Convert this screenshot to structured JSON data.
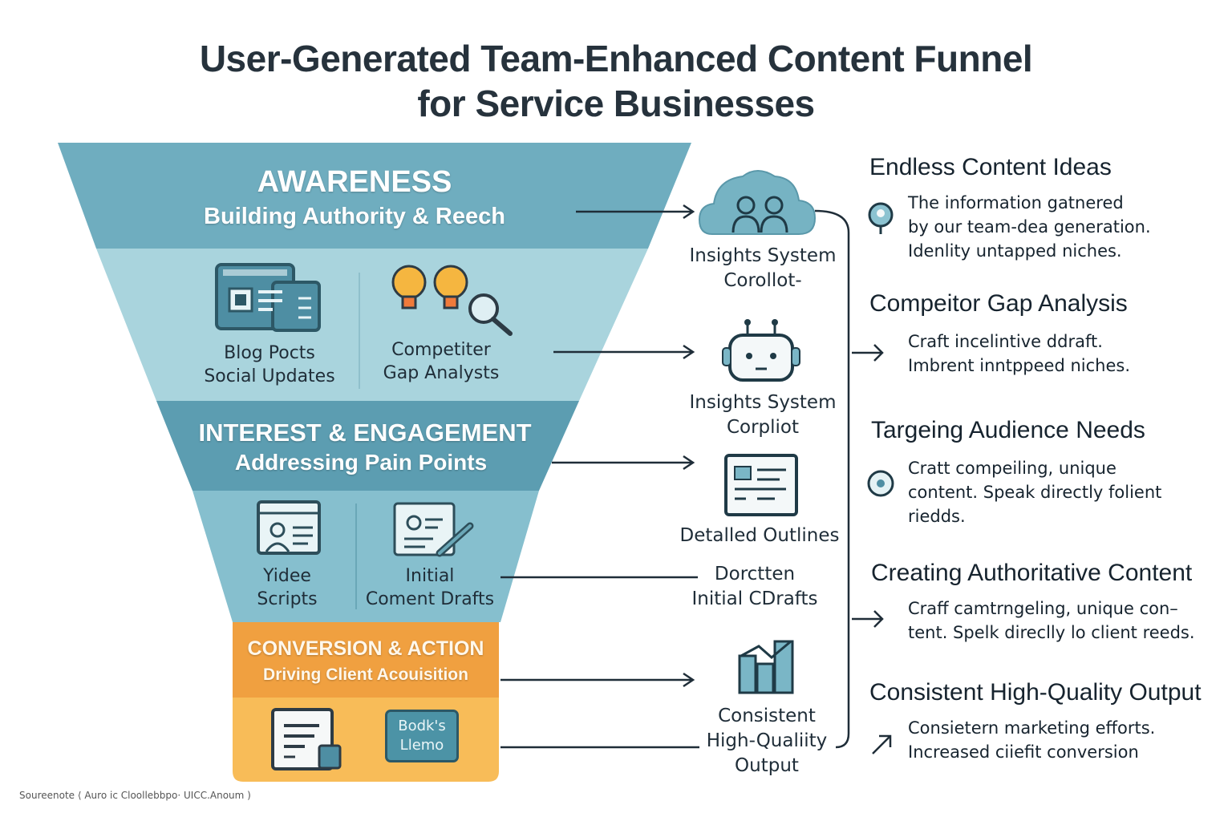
{
  "title": {
    "line1": "User-Generated Team-Enhanced Content Funnel",
    "line2": "for Service Businesses"
  },
  "funnel": {
    "awareness": {
      "title": "AWARENESS",
      "subtitle": "Building Authority & Reech",
      "items": [
        {
          "line1": "Blog Pocts",
          "line2": "Social Updates",
          "icon": "web-page-icon"
        },
        {
          "line1": "Competiter",
          "line2": "Gap Analysts",
          "icon": "lightbulb-search-icon"
        }
      ]
    },
    "interest": {
      "title": "INTEREST & ENGAGEMENT",
      "subtitle": "Addressing Pain Points",
      "items": [
        {
          "line1": "Yidee",
          "line2": "Scripts",
          "icon": "profile-card-icon"
        },
        {
          "line1": "Initial",
          "line2": "Coment Drafts",
          "icon": "draft-pen-icon"
        }
      ]
    },
    "conversion": {
      "title": "CONVERSION & ACTION",
      "subtitle": "Driving Client Acouisition",
      "items": [
        {
          "icon": "document-icon"
        },
        {
          "line1": "Bodk's",
          "line2": "Llemo"
        }
      ]
    }
  },
  "middle": [
    {
      "line1": "Insights System",
      "line2": "Corollot-",
      "icon": "team-cloud-icon"
    },
    {
      "line1": "Insights System",
      "line2": "Corpliot",
      "icon": "robot-icon"
    },
    {
      "line1": "Detalled Outlines",
      "icon": "outline-document-icon"
    },
    {
      "line1": "Dorctten",
      "line2": "Initial CDrafts"
    },
    {
      "line1": "Consistent",
      "line2": "High-Qualiity",
      "line3": "Output",
      "icon": "bar-chart-icon"
    }
  ],
  "right": [
    {
      "heading": "Endless Content Ideas",
      "lines": [
        "The information gatnered",
        "by our team-dea generation.",
        "Idenlity untapped niches."
      ],
      "icon": "location-pin-icon"
    },
    {
      "heading": "Compeitor Gap Analysis",
      "lines": [
        "Craft incelintive ddraft.",
        "Imbrent inntppeed niches."
      ],
      "icon": "arrow-right-icon"
    },
    {
      "heading": "Targeing Audience Needs",
      "lines": [
        "Cratt compeiling, unique",
        "content. Speak directly folient",
        "riedds."
      ],
      "icon": "target-icon"
    },
    {
      "heading": "Creating Authoritative Content",
      "lines": [
        "Craff camtrngeling, unique con–",
        "tent. Spelk direclly lo client reeds."
      ],
      "icon": "arrow-right-icon"
    },
    {
      "heading": "Consistent High-Quality Output",
      "lines": [
        "Consietern marketing efforts.",
        "Increased ciiefit conversion"
      ],
      "icon": "arrow-up-right-icon"
    }
  ],
  "colors": {
    "teal_dark": "#5e9fb2",
    "teal_mid": "#7db9c8",
    "teal_light": "#a6d3dc",
    "orange": "#f0a040",
    "orange_light": "#f8bb55"
  },
  "source": "Soureenote ⟨ Auro ic Cloollebbpo· UICC.Anoum )"
}
